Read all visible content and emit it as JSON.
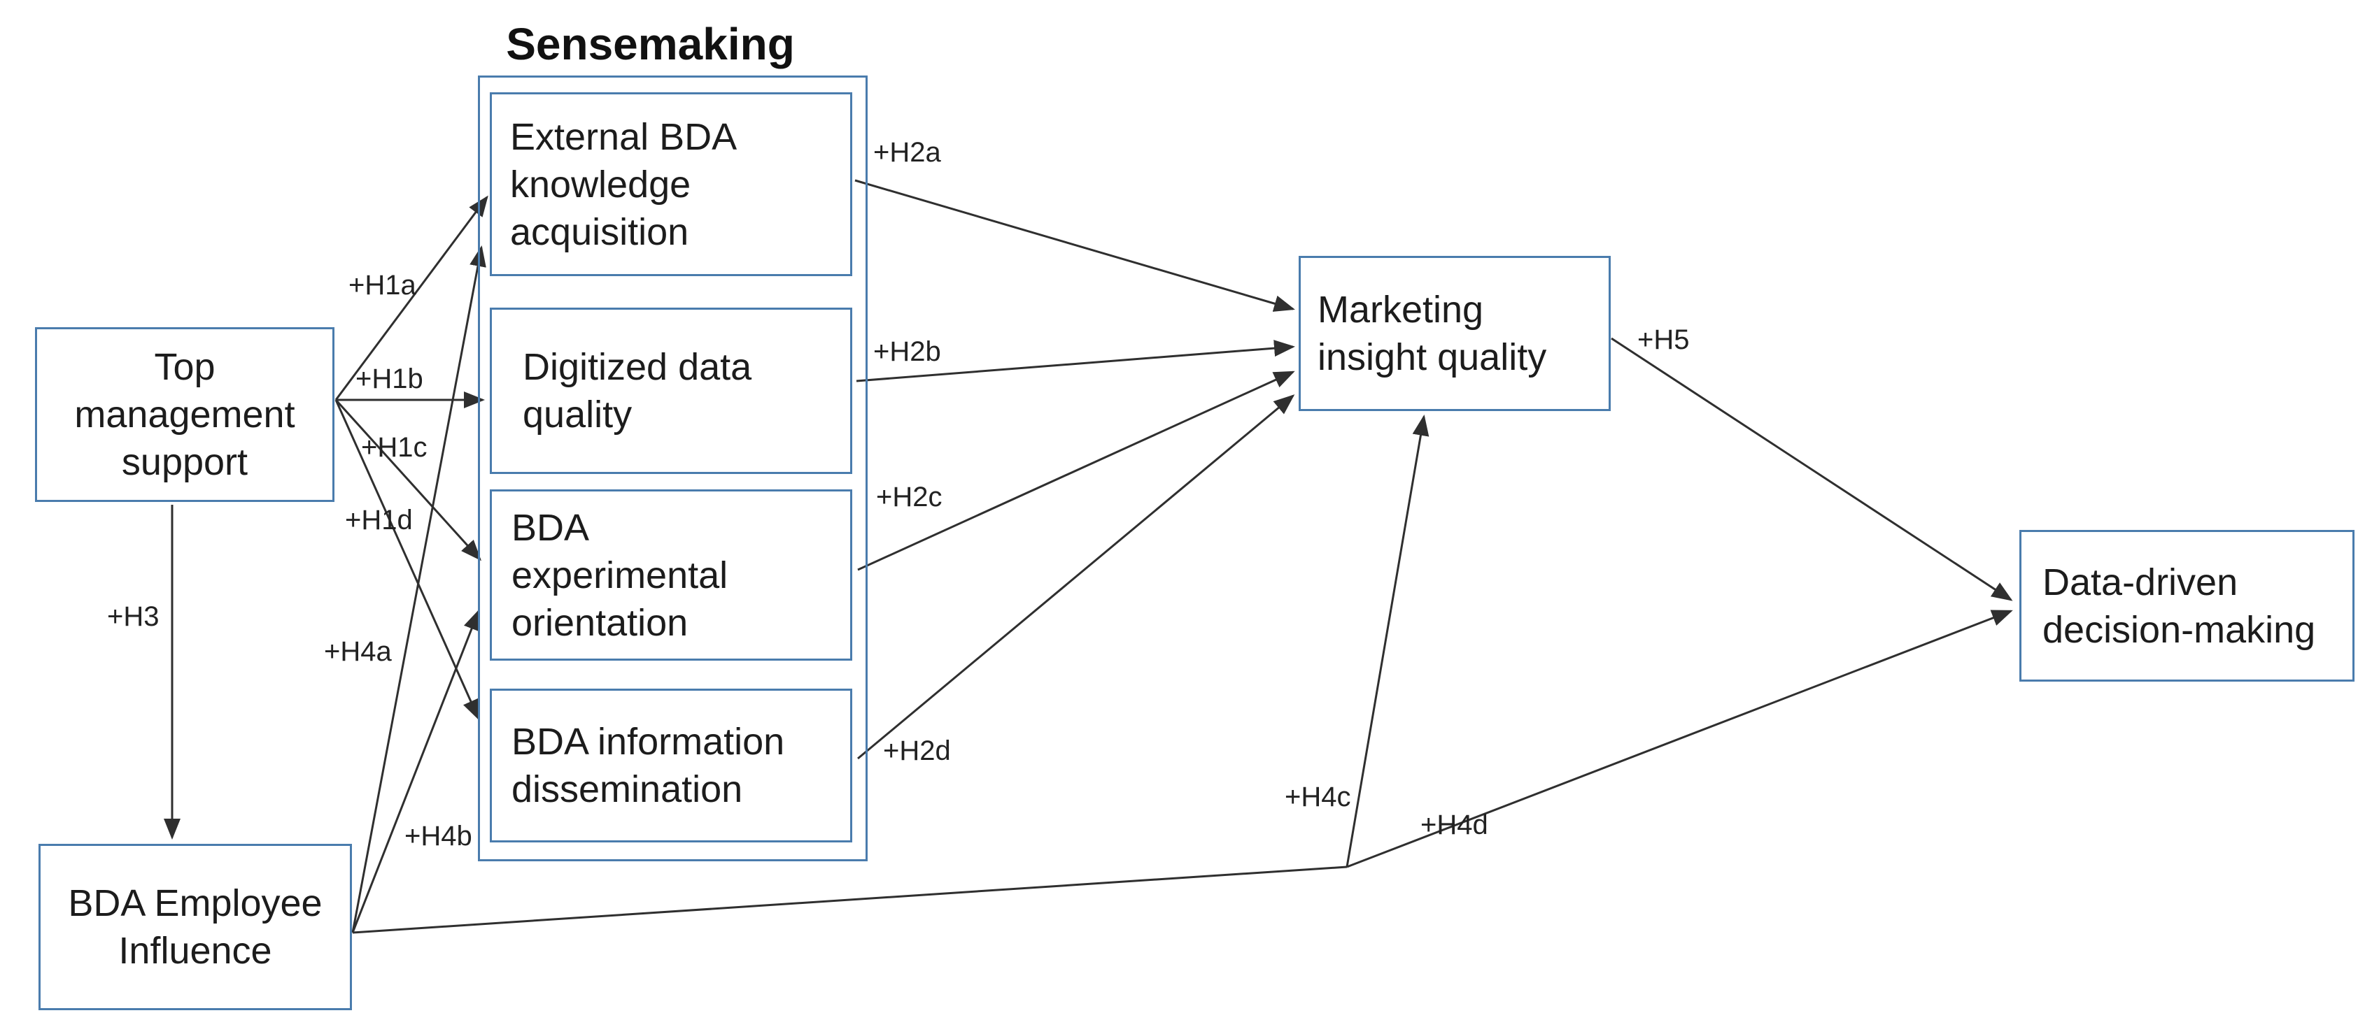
{
  "diagram": {
    "group_title": "Sensemaking",
    "nodes": [
      {
        "id": "top-management-support",
        "label": "Top\nmanagement\nsupport"
      },
      {
        "id": "external-bda-knowledge-acquisition",
        "label": "External BDA\nknowledge\nacquisition"
      },
      {
        "id": "digitized-data-quality",
        "label": "Digitized data\nquality"
      },
      {
        "id": "bda-experimental-orientation",
        "label": "BDA\nexperimental\norientation"
      },
      {
        "id": "bda-information-dissemination",
        "label": "BDA information\ndissemination"
      },
      {
        "id": "marketing-insight-quality",
        "label": "Marketing\ninsight quality"
      },
      {
        "id": "bda-employee-influence",
        "label": "BDA Employee\nInfluence"
      },
      {
        "id": "data-driven-decision-making",
        "label": "Data-driven\ndecision-making"
      }
    ],
    "edges": [
      {
        "id": "h1a",
        "from": "top-management-support",
        "to": "external-bda-knowledge-acquisition",
        "label": "+H1a"
      },
      {
        "id": "h1b",
        "from": "top-management-support",
        "to": "digitized-data-quality",
        "label": "+H1b"
      },
      {
        "id": "h1c",
        "from": "top-management-support",
        "to": "bda-experimental-orientation",
        "label": "+H1c"
      },
      {
        "id": "h1d",
        "from": "top-management-support",
        "to": "bda-information-dissemination",
        "label": "+H1d"
      },
      {
        "id": "h2a",
        "from": "external-bda-knowledge-acquisition",
        "to": "marketing-insight-quality",
        "label": "+H2a"
      },
      {
        "id": "h2b",
        "from": "digitized-data-quality",
        "to": "marketing-insight-quality",
        "label": "+H2b"
      },
      {
        "id": "h2c",
        "from": "bda-experimental-orientation",
        "to": "marketing-insight-quality",
        "label": "+H2c"
      },
      {
        "id": "h2d",
        "from": "bda-information-dissemination",
        "to": "marketing-insight-quality",
        "label": "+H2d"
      },
      {
        "id": "h3",
        "from": "top-management-support",
        "to": "bda-employee-influence",
        "label": "+H3"
      },
      {
        "id": "h4a",
        "from": "bda-employee-influence",
        "to": "external-bda-knowledge-acquisition",
        "label": "+H4a"
      },
      {
        "id": "h4b",
        "from": "bda-employee-influence",
        "to": "bda-experimental-orientation",
        "label": "+H4b"
      },
      {
        "id": "h4c",
        "from": "bda-employee-influence",
        "to": "marketing-insight-quality",
        "label": "+H4c"
      },
      {
        "id": "h4d",
        "from": "bda-employee-influence",
        "to": "data-driven-decision-making",
        "label": "+H4d"
      },
      {
        "id": "h5",
        "from": "marketing-insight-quality",
        "to": "data-driven-decision-making",
        "label": "+H5"
      }
    ],
    "colors": {
      "box_border": "#4a7cad",
      "arrow": "#2f2f2f",
      "text": "#1c1c1c"
    }
  }
}
